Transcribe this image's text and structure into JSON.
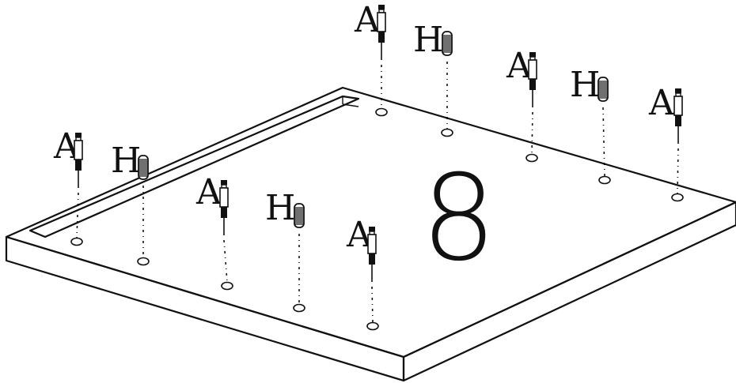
{
  "diagram": {
    "step_number": "8",
    "label_dowel_pin": "A",
    "label_wood_dowel": "H"
  },
  "parts": [
    {
      "label": "A"
    },
    {
      "label": "A"
    },
    {
      "label": "A"
    },
    {
      "label": "A"
    },
    {
      "label": "A"
    },
    {
      "label": "H"
    },
    {
      "label": "H"
    },
    {
      "label": "H"
    },
    {
      "label": "H"
    }
  ]
}
